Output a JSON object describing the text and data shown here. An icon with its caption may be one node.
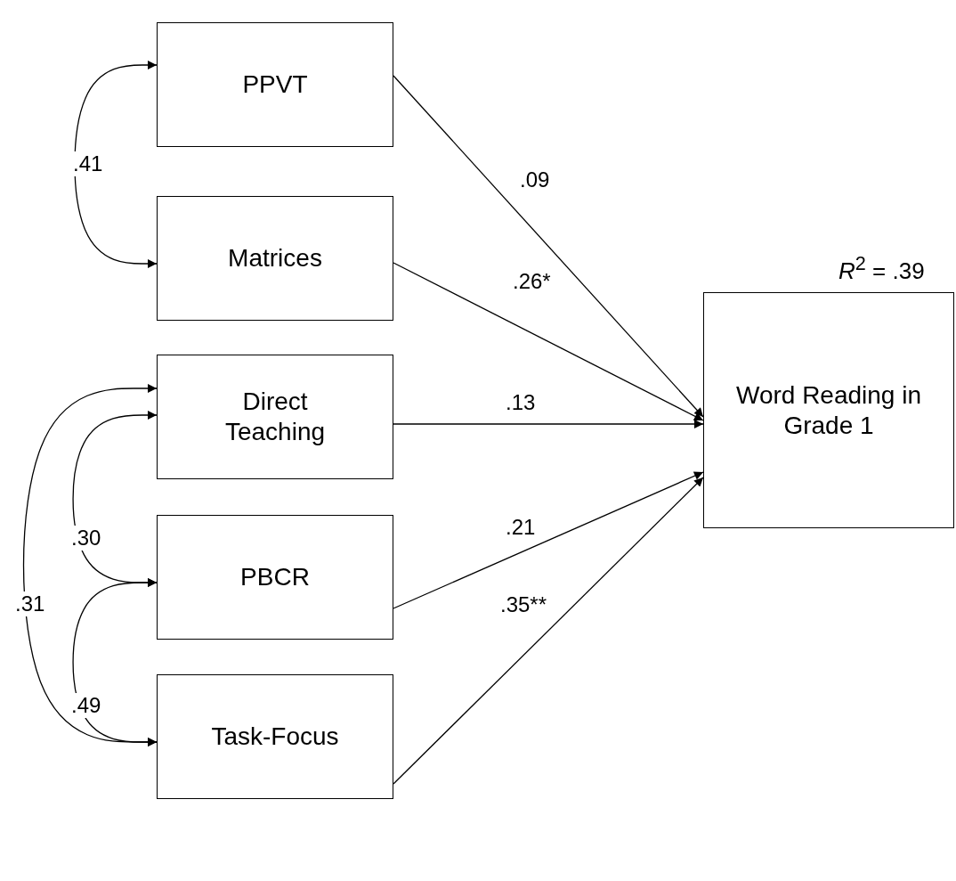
{
  "diagram": {
    "nodes": [
      {
        "text": [
          "PPVT"
        ]
      },
      {
        "text": [
          "Matrices"
        ]
      },
      {
        "text": [
          "Direct Teaching"
        ]
      },
      {
        "text": [
          "PBCR"
        ]
      },
      {
        "text": [
          "Task-Focus"
        ]
      },
      {
        "text": [
          "Word Reading in Grade 1"
        ],
        "beside": [
          "*R*$^{2}$ = .39"
        ]
      }
    ],
    "edges": [
      {
        "from": 0,
        "to": 5,
        "arrow": "to",
        "label": ".09"
      },
      {
        "from": 1,
        "to": 5,
        "arrow": "to",
        "label": ".26*"
      },
      {
        "from": 2,
        "to": 5,
        "arrow": "to",
        "label": ".13"
      },
      {
        "from": 3,
        "to": 5,
        "arrow": "to",
        "label": ".21"
      },
      {
        "from": 4,
        "to": 5,
        "arrow": "to",
        "label": ".35**"
      },
      {
        "from": 0,
        "to": 1,
        "arrow": "both",
        "label": ".41"
      },
      {
        "from": 2,
        "to": 3,
        "arrow": "both",
        "label": ".30"
      },
      {
        "from": 3,
        "to": 4,
        "arrow": "both",
        "label": ".49"
      },
      {
        "from": 2,
        "to": 4,
        "arrow": "both",
        "label": ".31"
      }
    ]
  }
}
